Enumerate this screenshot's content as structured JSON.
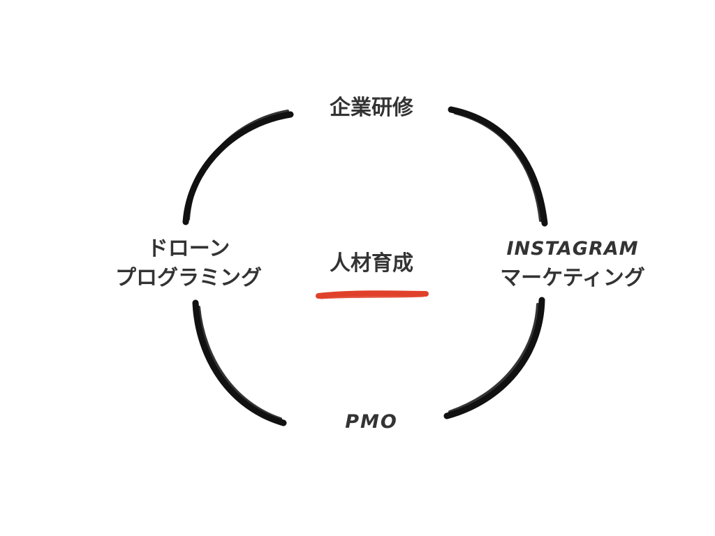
{
  "diagram": {
    "nodes": {
      "top": "企業研修",
      "left_line1": "ドローン",
      "left_line2": "プログラミング",
      "right_line1": "INSTAGRAM",
      "right_line2": "マーケティング",
      "bottom": "PMO",
      "center": "人材育成"
    },
    "colors": {
      "text": "#333333",
      "arc": "#111111",
      "underline": "#e0412a",
      "background": "#ffffff"
    }
  }
}
